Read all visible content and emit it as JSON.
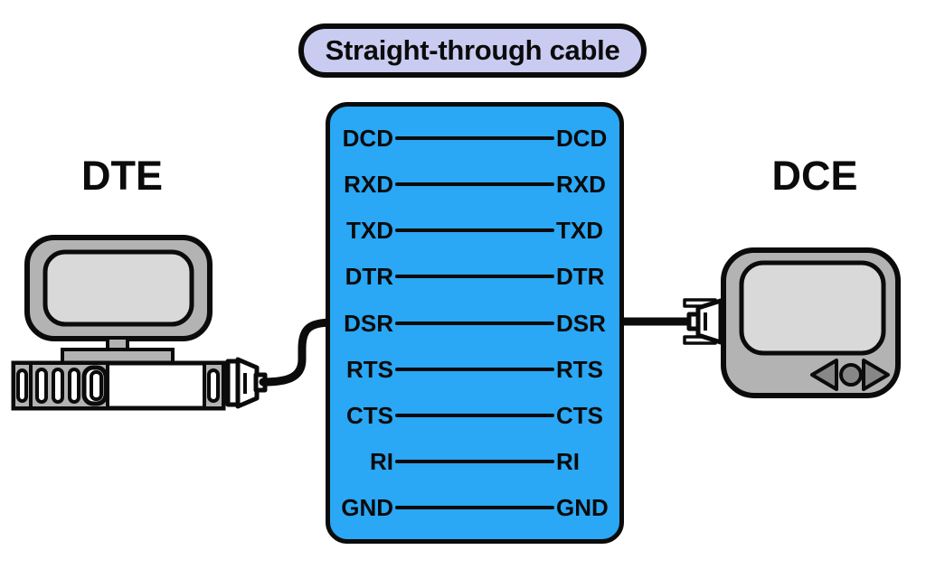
{
  "title_badge": {
    "label": "Straight-through cable"
  },
  "left_device": {
    "label": "DTE"
  },
  "right_device": {
    "label": "DCE"
  },
  "cable_box": {
    "signals": [
      "DCD",
      "RXD",
      "TXD",
      "DTR",
      "DSR",
      "RTS",
      "CTS",
      "RI",
      "GND"
    ]
  },
  "icons": {
    "left_illustration": "desktop-computer-icon",
    "right_illustration": "modem-icon",
    "left_plug": "db-connector-icon",
    "right_plug": "db-connector-icon",
    "modem_buttons": "media-nav-buttons-icon"
  },
  "colors": {
    "box_blue": "#2AA7F5",
    "badge_lavender": "#C9CBF1",
    "device_gray": "#B3B3B3",
    "screen_gray": "#D9D9D9",
    "button_gray": "#878787",
    "outline": "#0B0B0B"
  }
}
